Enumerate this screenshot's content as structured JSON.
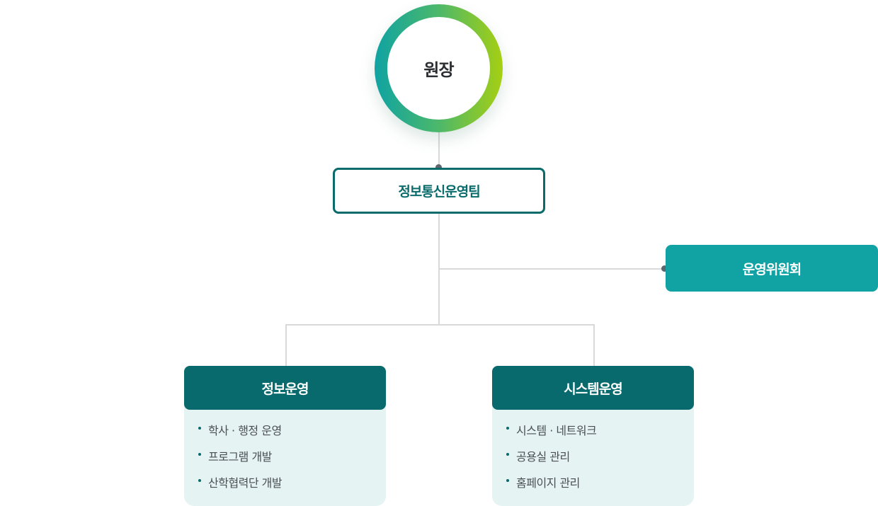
{
  "director": {
    "title": "원장"
  },
  "team": {
    "title": "정보통신운영팀"
  },
  "committee": {
    "title": "운영위원회"
  },
  "departments": [
    {
      "title": "정보운영",
      "items": [
        "학사 · 행정 운영",
        "프로그램 개발",
        "산학협력단 개발"
      ]
    },
    {
      "title": "시스템운영",
      "items": [
        "시스템 · 네트워크",
        "공용실 관리",
        "홈페이지 관리"
      ]
    }
  ],
  "colors": {
    "primary_dark": "#086a6c",
    "teal": "#11a2a4",
    "gradient_start": "#0fa3a3",
    "gradient_end": "#a6cf12",
    "panel_bg": "#e6f3f3",
    "connector": "#d9d9d9"
  }
}
